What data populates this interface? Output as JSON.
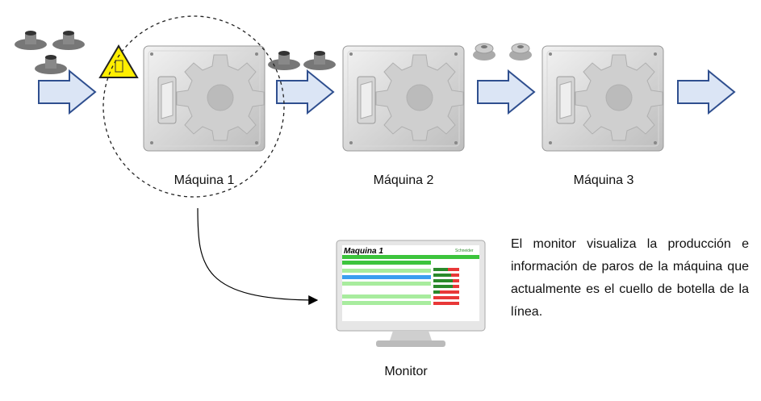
{
  "machines": [
    {
      "label": "Máquina 1"
    },
    {
      "label": "Máquina 2"
    },
    {
      "label": "Máquina 3"
    }
  ],
  "monitor": {
    "label": "Monitor",
    "screen_title": "Maquina 1",
    "brand": "Schneider"
  },
  "description": "El monitor visualiza la producción e información de paros de la máquina que actualmente es el cuello de botella de la línea.",
  "colors": {
    "arrow_fill": "#dbe5f5",
    "arrow_stroke": "#2f4f8f",
    "warning": "#ffee00",
    "green": "#3cc43c",
    "red": "#e83838"
  }
}
